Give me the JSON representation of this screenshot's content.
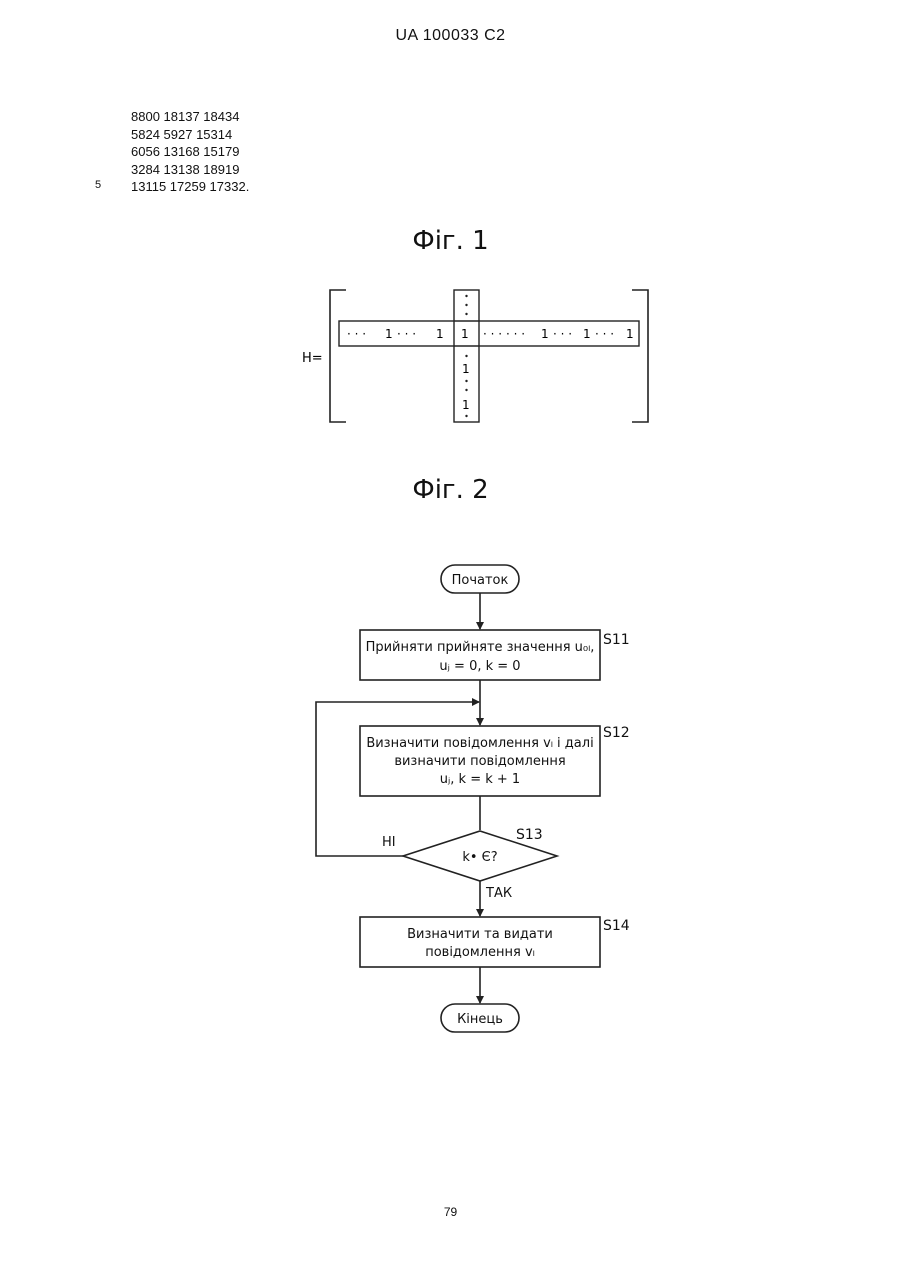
{
  "header": {
    "patent_id": "UA   100033   C2"
  },
  "number_lines": [
    "8800 18137 18434",
    "5824 5927 15314",
    "6056 13168 15179",
    "3284 13138 18919",
    "13115 17259 17332."
  ],
  "line_number": "5",
  "figure1": {
    "title": "Фіг. 1",
    "matrix_label": "H=",
    "one": "1",
    "dots": "·  ·  ·"
  },
  "figure2": {
    "title": "Фіг. 2",
    "start": "Початок",
    "end": "Кінець",
    "s11_label": "S11",
    "s11_line1": "Прийняти прийняте значення u₀ₗ,",
    "s11_line2": "uⱼ = 0, k = 0",
    "s12_label": "S12",
    "s12_line1": "Визначити повідомлення vₗ і далі",
    "s12_line2": "визначити повідомлення",
    "s12_line3": "uⱼ, k = k + 1",
    "s13_label": "S13",
    "s13_cond": "k•  Є?",
    "no": "НІ",
    "yes": "ТАК",
    "s14_label": "S14",
    "s14_line1": "Визначити та видати",
    "s14_line2": "повідомлення vₗ"
  },
  "page_number": "79"
}
